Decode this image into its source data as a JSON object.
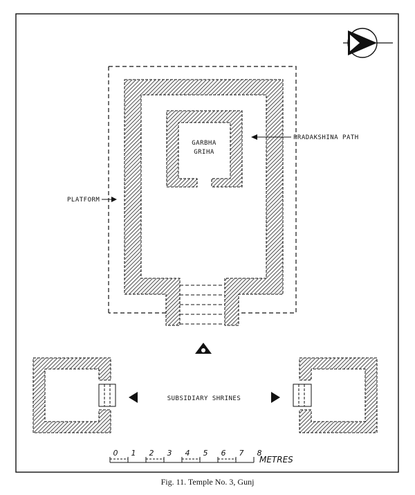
{
  "labels": {
    "garbha_line1": "GARBHA",
    "garbha_line2": "GRIHA",
    "pradakshina": "PRADAKSHINA PATH",
    "platform": "PLATFORM",
    "subsidiary": "SUBSIDIARY SHRINES"
  },
  "scale": {
    "ticks": [
      "0",
      "1",
      "2",
      "3",
      "4",
      "5",
      "6",
      "7",
      "8"
    ],
    "unit": "METRES"
  },
  "caption": "Fig. 11. Temple No. 3, Gunj",
  "icons": {
    "north": "north-arrow-icon",
    "entrance": "entrance-arrow-icon"
  }
}
